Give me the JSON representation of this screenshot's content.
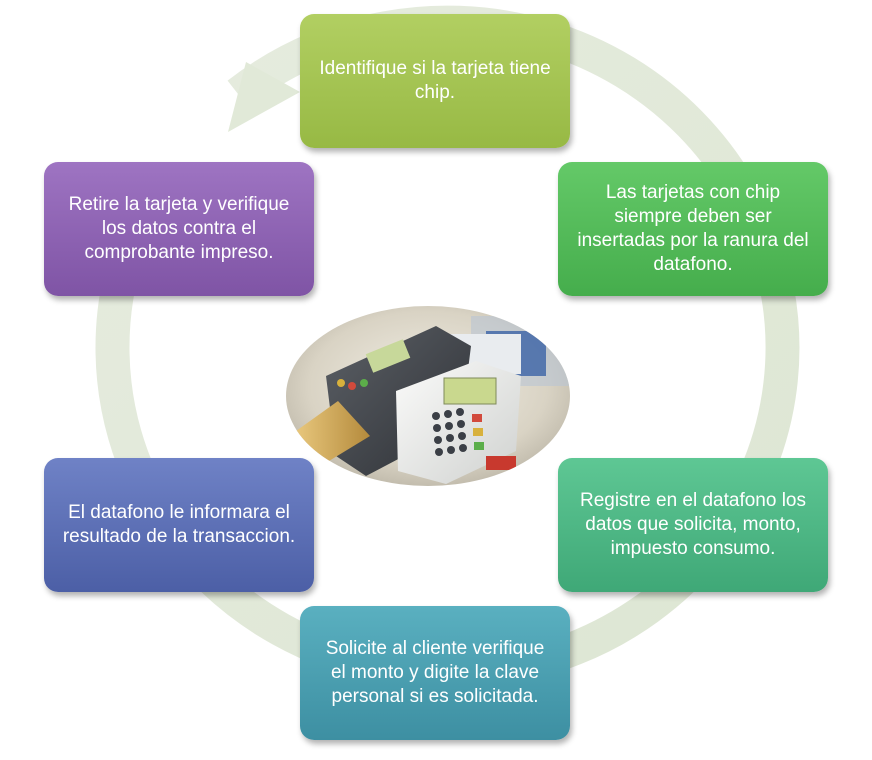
{
  "diagram": {
    "steps": [
      {
        "text": "Identifique si la tarjeta tiene chip."
      },
      {
        "text": "Las tarjetas con chip siempre deben ser insertadas por la ranura del datafono."
      },
      {
        "text": "Registre en el datafono los datos que solicita, monto, impuesto consumo."
      },
      {
        "text": "Solicite al cliente verifique el monto y digite la clave personal si es solicitada."
      },
      {
        "text": "El datafono le informara el resultado de la transaccion."
      },
      {
        "text": "Retire la tarjeta y verifique los datos contra el comprobante impreso."
      }
    ],
    "colors": {
      "ring": "#e1e9d8",
      "step_1": "#a4c451",
      "step_2": "#52bb59",
      "step_3": "#4db886",
      "step_4": "#4a9fb1",
      "step_5": "#5d70b6",
      "step_6": "#8f63b4"
    }
  }
}
